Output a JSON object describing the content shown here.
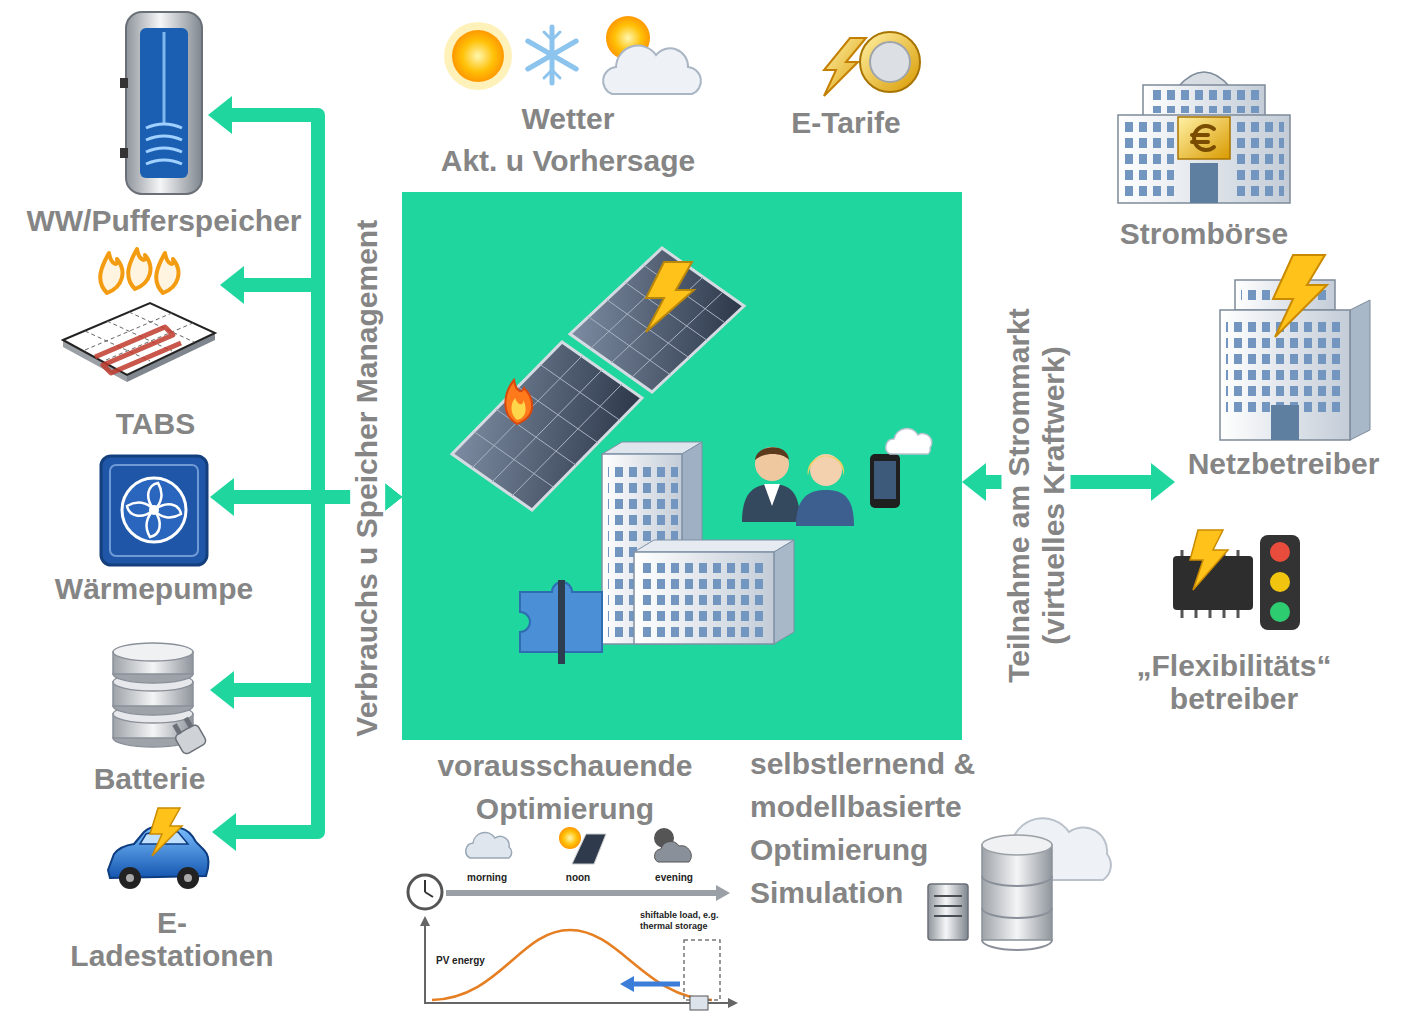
{
  "diagram": {
    "nodes": [
      {
        "text": [
          "WW/Pufferspeicher"
        ]
      },
      {
        "text": [
          "TABS"
        ]
      },
      {
        "text": [
          "Wärmepumpe"
        ]
      },
      {
        "text": [
          "Batterie"
        ]
      },
      {
        "text": [
          "E-Ladestationen"
        ]
      },
      {
        "text": []
      },
      {
        "text": [
          "Strombörse"
        ]
      },
      {
        "text": [
          "Netzbetreiber"
        ]
      },
      {
        "text": [
          "„Flexibilitäts“ betreiber"
        ]
      }
    ],
    "edges": [
      {
        "from": 5,
        "to": 0,
        "arrow": "both"
      },
      {
        "from": 5,
        "to": 1,
        "arrow": "both"
      },
      {
        "from": 5,
        "to": 2,
        "label": "Verbrauchs u Speicher Management",
        "arrow": "both"
      },
      {
        "from": 5,
        "to": 3,
        "arrow": "both"
      },
      {
        "from": 5,
        "to": 4,
        "arrow": "both"
      },
      {
        "from": 5,
        "to": 7,
        "label": "Teilnahme am Strommarkt (virtuelles Kraftwerk)",
        "arrow": "both"
      }
    ],
    "labels": [
      "Wetter",
      "Akt. u Vorhersage",
      "E-Tarife",
      "vorausschauende Optimierung",
      "selbstlernend & modellbasierte Optimierung Simulation",
      "morning",
      "noon",
      "evening",
      "shiftable load, e.g. thermal storage",
      "PV energy"
    ]
  }
}
